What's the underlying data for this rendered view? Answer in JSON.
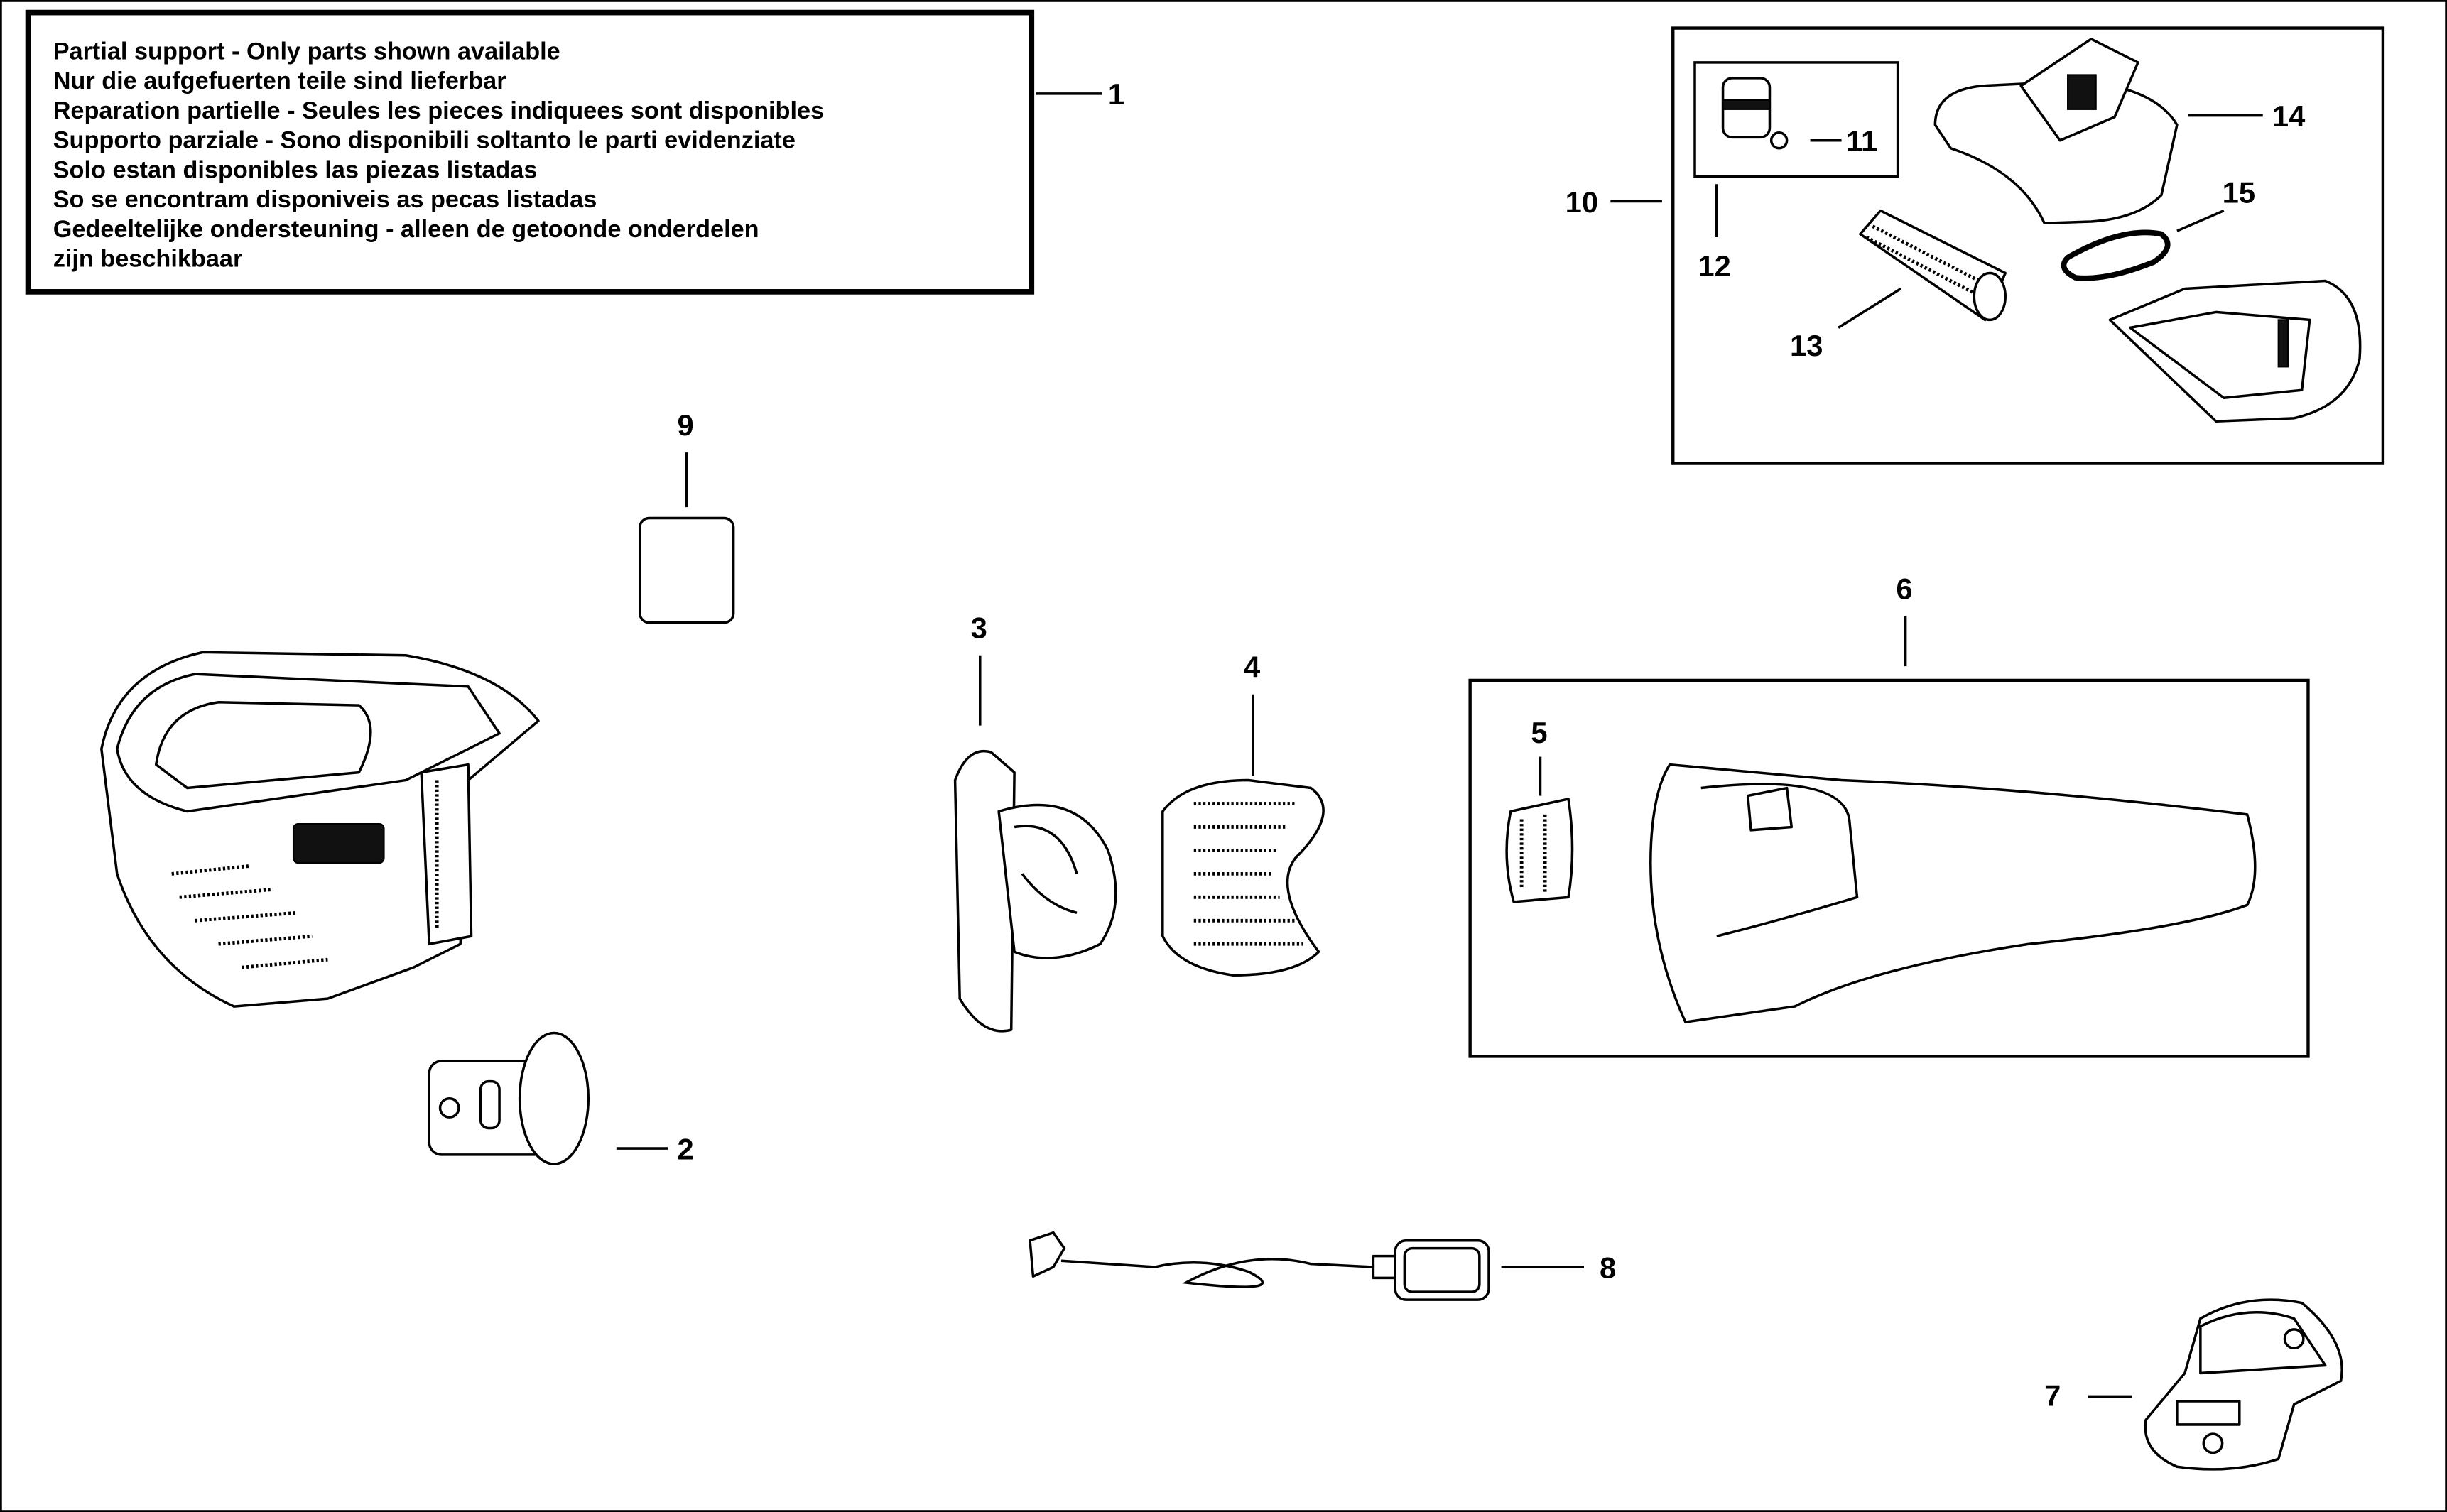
{
  "notice": {
    "lines": [
      "Partial support - Only parts shown available",
      "Nur die aufgefuerten teile sind lieferbar",
      "Reparation partielle - Seules les pieces indiquees sont disponibles",
      "Supporto parziale - Sono disponibili soltanto le parti evidenziate",
      "Solo estan disponibles las piezas listadas",
      "So se encontram disponiveis as pecas listadas",
      "Gedeeltelijke ondersteuning - alleen de getoonde onderdelen",
      "zijn beschikbaar"
    ]
  },
  "callouts": {
    "p1": "1",
    "p2": "2",
    "p3": "3",
    "p4": "4",
    "p5": "5",
    "p6": "6",
    "p7": "7",
    "p8": "8",
    "p9": "9",
    "p10": "10",
    "p11": "11",
    "p12": "12",
    "p13": "13",
    "p14": "14",
    "p15": "15"
  }
}
